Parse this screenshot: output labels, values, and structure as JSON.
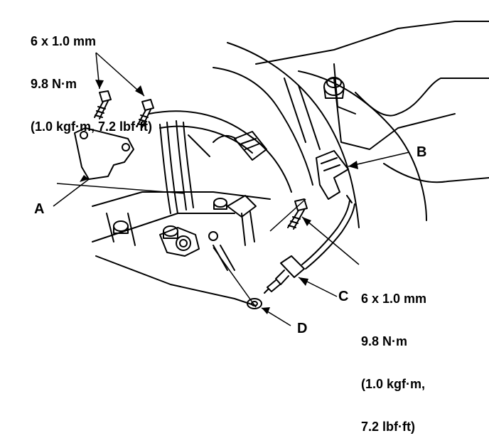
{
  "torque_specs": {
    "top": {
      "size": "6 x 1.0 mm",
      "torque": "9.8 N·m",
      "alt": "(1.0 kgf·m, 7.2 lbf·ft)"
    },
    "bottom": {
      "size": "6 x 1.0 mm",
      "torque": "9.8 N·m",
      "alt_line1": "(1.0 kgf·m,",
      "alt_line2": "7.2 lbf·ft)"
    }
  },
  "callouts": {
    "a": "A",
    "b": "B",
    "c": "C",
    "d": "D"
  }
}
